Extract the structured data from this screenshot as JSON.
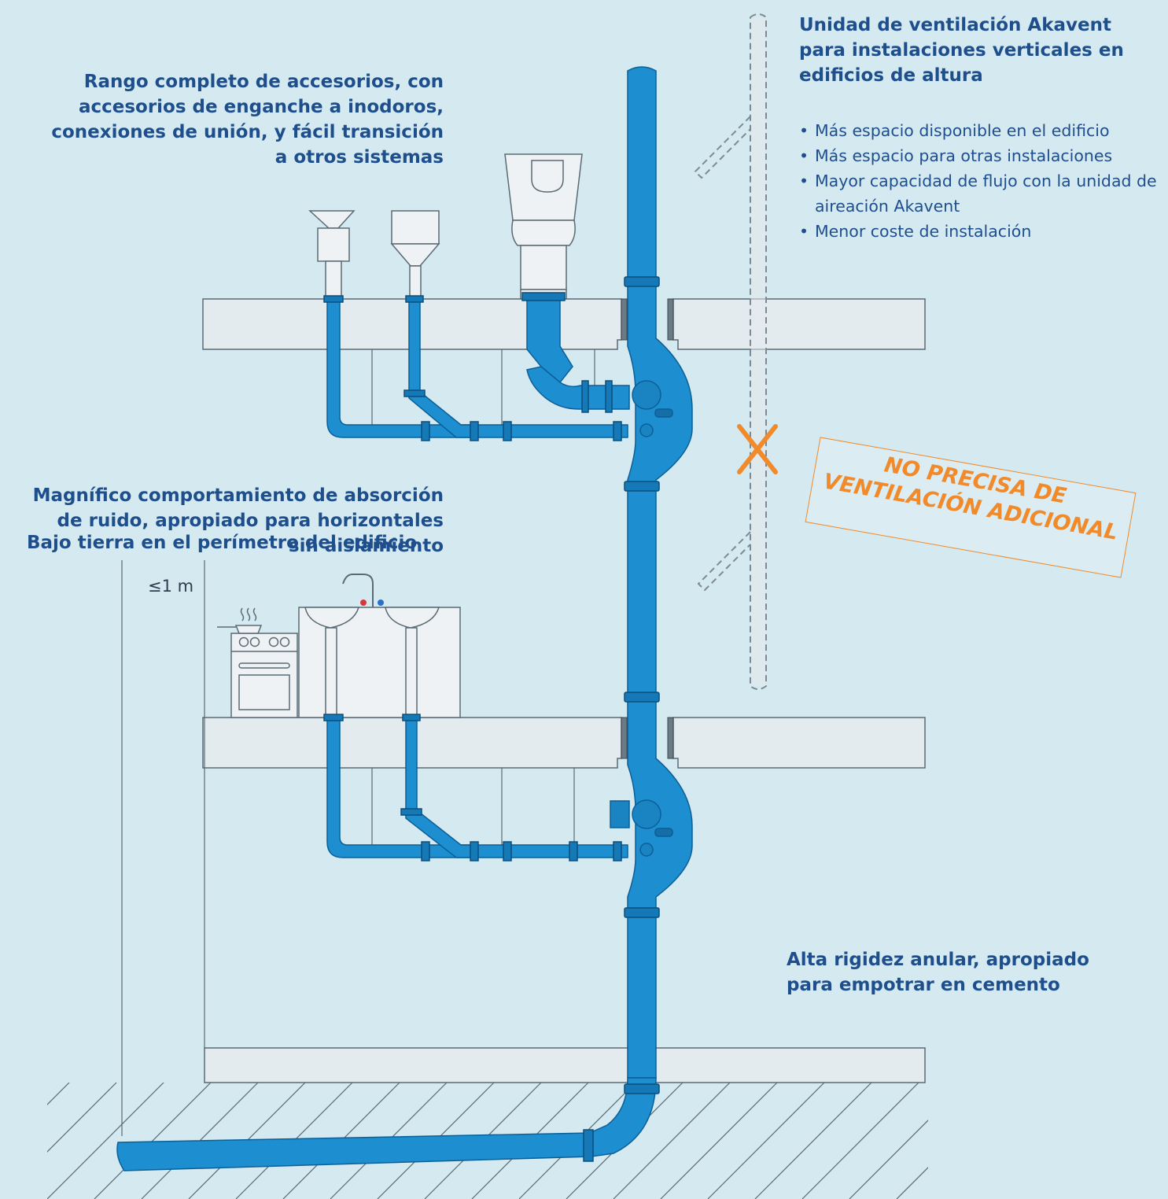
{
  "callouts": {
    "accesorios": {
      "lines": [
        "Rango completo de accesorios, con",
        "accesorios de enganche a inodoros,",
        "conexiones de unión, y fácil transición",
        "a otros sistemas"
      ]
    },
    "ruido": {
      "lines": [
        "Magnífico comportamiento de absorción",
        "de ruido, apropiado para horizontales",
        "sin aislamiento"
      ]
    },
    "perimetro": {
      "lines": [
        "Bajo tierra en el perímetro del edificio"
      ]
    },
    "akavent": {
      "lines": [
        "Unidad de ventilación Akavent",
        "para instalaciones verticales en",
        "edificios de altura"
      ]
    },
    "rigidez": {
      "lines": [
        "Alta rigidez anular, apropiado",
        "para empotrar en cemento"
      ]
    }
  },
  "benefits": [
    "Más espacio disponible en el edificio",
    "Más espacio para otras instalaciones",
    "Mayor capacidad de flujo con la unidad de aireación Akavent",
    "Menor coste de instalación"
  ],
  "stamp": {
    "lines": [
      "NO PRECISA DE",
      "VENTILACIÓN ADICIONAL"
    ]
  },
  "dimension": {
    "label": "≤1 m"
  },
  "colors": {
    "background": "#d4e9f0",
    "pipe": "#1d8fd0",
    "pipe_dark": "#0c5f98",
    "slab": "#e3ebef",
    "fixture": "#eef2f4",
    "callout_text": "#1e4f8c",
    "accent": "#f08a2a",
    "outline": "#5a6b75"
  }
}
